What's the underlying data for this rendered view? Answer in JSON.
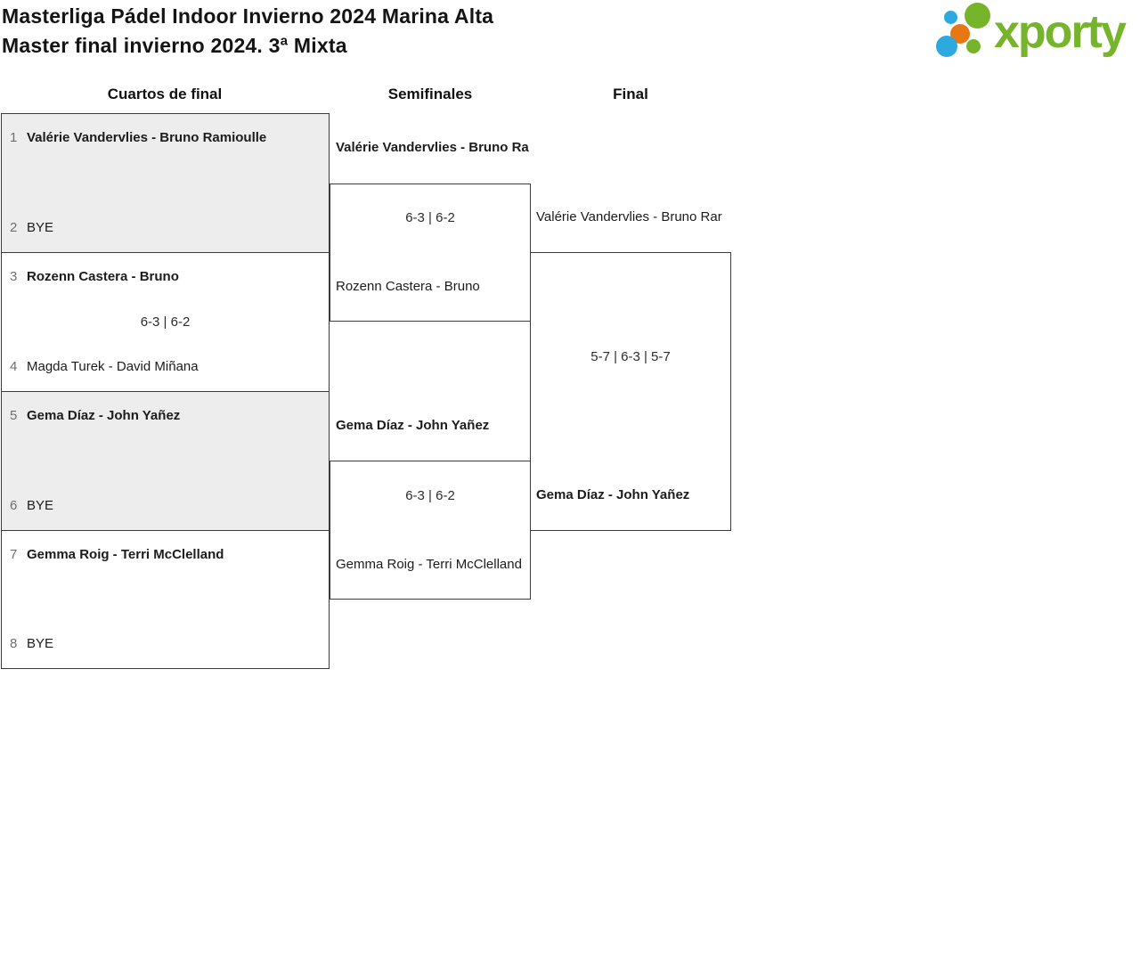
{
  "header": {
    "title_line1": "Masterliga Pádel Indoor Invierno 2024 Marina Alta",
    "title_line2": "Master final invierno 2024. 3ª Mixta",
    "logo": {
      "wordmark": "xporty",
      "green": "#76b52b",
      "blue": "#2ea9e0",
      "orange": "#e87713"
    }
  },
  "rounds": {
    "quarterfinals_label": "Cuartos de final",
    "semifinals_label": "Semifinales",
    "final_label": "Final"
  },
  "quarterfinals": [
    {
      "seed_top": "1",
      "team_top": "Valérie Vandervlies - Bruno Ramioulle",
      "seed_bottom": "2",
      "team_bottom": "BYE"
    },
    {
      "seed_top": "3",
      "team_top": "Rozenn Castera - Bruno",
      "seed_bottom": "4",
      "team_bottom": "Magda Turek - David Miñana",
      "score": "6-3 | 6-2"
    },
    {
      "seed_top": "5",
      "team_top": "Gema Díaz - John Yañez",
      "seed_bottom": "6",
      "team_bottom": "BYE"
    },
    {
      "seed_top": "7",
      "team_top": "Gemma Roig - Terri McClelland",
      "seed_bottom": "8",
      "team_bottom": "BYE"
    }
  ],
  "semifinals": [
    {
      "team_top": "Valérie Vandervlies - Bruno Rar",
      "team_bottom": "Rozenn Castera - Bruno",
      "score": "6-3 | 6-2"
    },
    {
      "team_top": "Gema Díaz - John Yañez",
      "team_bottom": "Gemma Roig - Terri McClelland",
      "score": "6-3 | 6-2"
    }
  ],
  "final": {
    "team_top": "Valérie Vandervlies - Bruno Rar",
    "team_bottom": "Gema Díaz - John Yañez",
    "score": "5-7 | 6-3 | 5-7"
  }
}
